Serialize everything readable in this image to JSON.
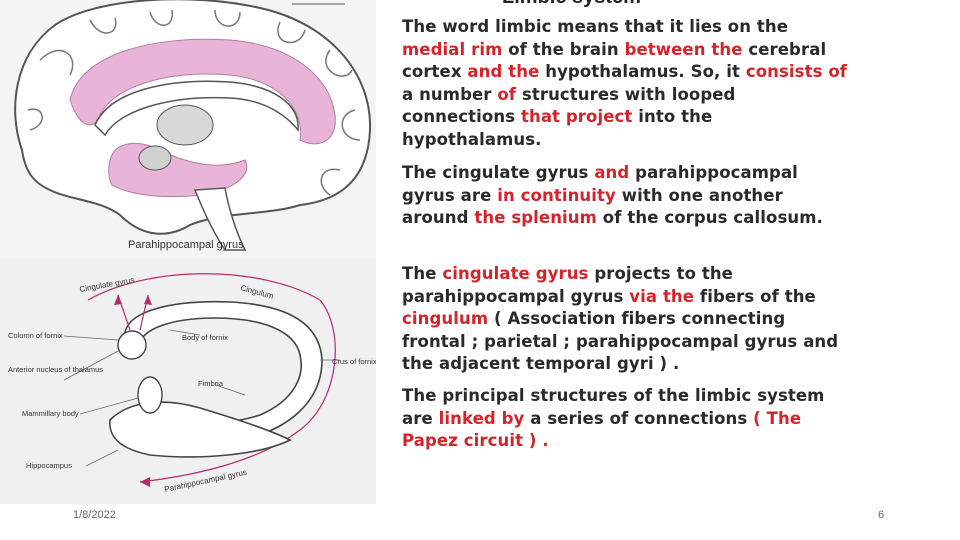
{
  "slide": {
    "heading": "Limbic system",
    "date": "1/8/2022",
    "page_number": "6"
  },
  "figure": {
    "top_label": "Parahippocampal gyrus",
    "labels": {
      "cingulate_gyrus": "Cingulate gyrus",
      "cingulum": "Cingulum",
      "column_of_fornix": "Column of fornix",
      "anterior_nucleus": "Anterior nucleus of thalamus",
      "mammillary_body": "Mammillary body",
      "hippocampus": "Hippocampus",
      "body_of_fornix": "Body of fornix",
      "fimbria": "Fimbria",
      "crus_of_fornix": "Crus of fornix",
      "parahippocampal_gyrus": "Parahippocampal gyrus"
    },
    "colors": {
      "limbic_highlight": "#e8b4d8",
      "arrow": "#c2187a"
    }
  },
  "paragraphs": [
    {
      "segments": [
        {
          "t": "The word limbic means that it lies on the ",
          "red": false
        },
        {
          "t": "medial rim",
          "red": true
        },
        {
          "t": " of the brain ",
          "red": false
        },
        {
          "t": "between the",
          "red": true
        },
        {
          "t": " cerebral cortex ",
          "red": false
        },
        {
          "t": "and the",
          "red": true
        },
        {
          "t": " hypothalamus. So, it ",
          "red": false
        },
        {
          "t": "consists of",
          "red": true
        },
        {
          "t": " a number ",
          "red": false
        },
        {
          "t": "of",
          "red": true
        },
        {
          "t": " structures with looped connections ",
          "red": false
        },
        {
          "t": "that project",
          "red": true
        },
        {
          "t": " into the hypothalamus.",
          "red": false
        }
      ]
    },
    {
      "segments": [
        {
          "t": "The cingulate gyrus ",
          "red": false
        },
        {
          "t": "and",
          "red": true
        },
        {
          "t": " parahippocampal gyrus are ",
          "red": false
        },
        {
          "t": "in continuity",
          "red": true
        },
        {
          "t": " with one another around ",
          "red": false
        },
        {
          "t": "the splenium",
          "red": true
        },
        {
          "t": " of the corpus callosum.",
          "red": false
        }
      ]
    },
    {
      "segments": [
        {
          "t": "The ",
          "red": false
        },
        {
          "t": "cingulate gyrus",
          "red": true
        },
        {
          "t": " projects to the parahippocampal gyrus ",
          "red": false
        },
        {
          "t": "via the",
          "red": true
        },
        {
          "t": " fibers of the ",
          "red": false
        },
        {
          "t": "cingulum",
          "red": true
        },
        {
          "t": " ( Association fibers connecting frontal ; parietal ; parahippocampal gyrus and the adjacent temporal gyri ) .",
          "red": false
        }
      ]
    },
    {
      "segments": [
        {
          "t": "The principal structures of the limbic system are ",
          "red": false
        },
        {
          "t": "linked by",
          "red": true
        },
        {
          "t": " a series of connections ",
          "red": false
        },
        {
          "t": "( The Papez circuit ) .",
          "red": true
        }
      ]
    }
  ]
}
